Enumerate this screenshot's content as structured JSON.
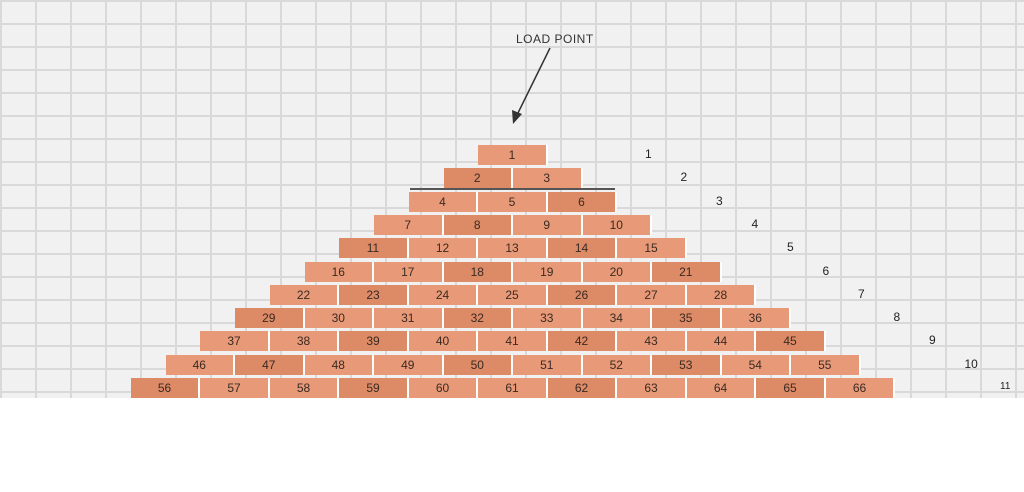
{
  "load_point_label": "LOAD POINT",
  "courses": [
    [
      "1"
    ],
    [
      "2",
      "3"
    ],
    [
      "4",
      "5",
      "6"
    ],
    [
      "7",
      "8",
      "9",
      "10"
    ],
    [
      "11",
      "12",
      "13",
      "14",
      "15"
    ],
    [
      "16",
      "17",
      "18",
      "19",
      "20",
      "21"
    ],
    [
      "22",
      "23",
      "24",
      "25",
      "26",
      "27",
      "28"
    ],
    [
      "29",
      "30",
      "31",
      "32",
      "33",
      "34",
      "35",
      "36"
    ],
    [
      "37",
      "38",
      "39",
      "40",
      "41",
      "42",
      "43",
      "44",
      "45"
    ],
    [
      "46",
      "47",
      "48",
      "49",
      "50",
      "51",
      "52",
      "53",
      "54",
      "55"
    ],
    [
      "56",
      "57",
      "58",
      "59",
      "60",
      "61",
      "62",
      "63",
      "64",
      "65",
      "66"
    ]
  ],
  "course_labels": [
    "1",
    "2",
    "3",
    "4",
    "5",
    "6",
    "7",
    "8",
    "9",
    "10",
    "11"
  ],
  "colors": {
    "brick": "#e89a78",
    "brick_shade": "#dd8a66",
    "wall": "#f1f1f1",
    "mortar": "#d9d9d9"
  }
}
